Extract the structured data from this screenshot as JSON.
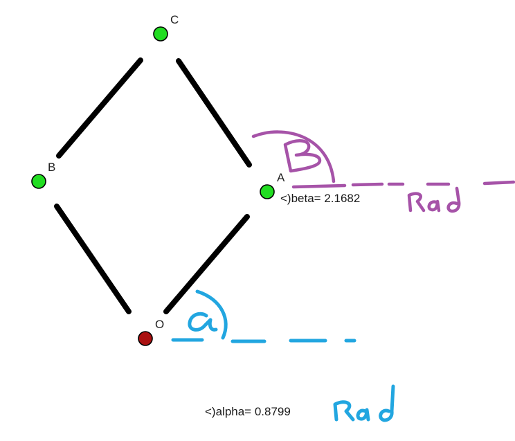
{
  "points": {
    "A": {
      "label": "A",
      "color": "#22dd22"
    },
    "B": {
      "label": "B",
      "color": "#22dd22"
    },
    "C": {
      "label": "C",
      "color": "#22dd22"
    },
    "O": {
      "label": "O",
      "color": "#aa1111"
    }
  },
  "angles": {
    "beta": {
      "text": "<)beta= 2.1682"
    },
    "alpha": {
      "text": "<)alpha= 0.8799"
    }
  },
  "colors": {
    "segment": "#000000",
    "annotation_purple": "#a653a8",
    "annotation_blue": "#22a6e0"
  }
}
